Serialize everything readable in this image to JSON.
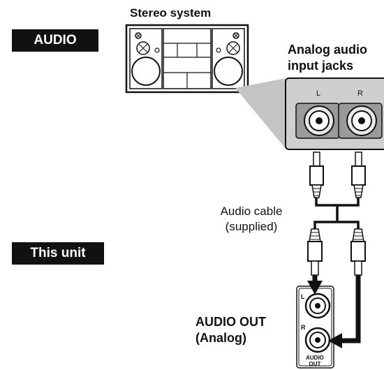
{
  "badges": {
    "audio": "AUDIO",
    "this_unit": "This unit"
  },
  "labels": {
    "stereo_system": "Stereo system",
    "analog_input_line1": "Analog audio",
    "analog_input_line2": "input jacks",
    "audio_cable_line1": "Audio cable",
    "audio_cable_line2": "(supplied)",
    "audio_out_line1": "AUDIO OUT",
    "audio_out_line2": "(Analog)"
  },
  "jack_labels": {
    "panel_left": "L",
    "panel_right": "R",
    "unit_left": "L",
    "unit_right": "R",
    "unit_caption_line1": "AUDIO",
    "unit_caption_line2": "OUT"
  }
}
